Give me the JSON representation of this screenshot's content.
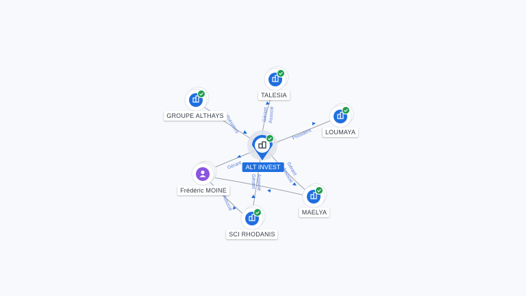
{
  "center": {
    "label": "ALT INVEST"
  },
  "nodes": [
    {
      "id": "talesia",
      "label": "TALESIA",
      "type": "company",
      "verified": true
    },
    {
      "id": "groupe",
      "label": "GROUPE ALTHAYS",
      "type": "company",
      "verified": true
    },
    {
      "id": "loumaya",
      "label": "LOUMAYA",
      "type": "company",
      "verified": true
    },
    {
      "id": "frederic",
      "label": "Frédéric MOINE",
      "type": "person",
      "verified": false
    },
    {
      "id": "maelya",
      "label": "MAELYA",
      "type": "company",
      "verified": true
    },
    {
      "id": "sci",
      "label": "SCI RHODANIS",
      "type": "company",
      "verified": true
    }
  ],
  "edge_labels": {
    "talesia_gerant": "Gérant",
    "talesia_associe": "Associé",
    "groupe": "Président",
    "loumaya": "Président",
    "frederic_gerant": "Gérant",
    "frederic_associe": "Associé",
    "maelya_gerant": "Gérant",
    "maelya_associe": "Associé",
    "sci_gerant": "Gérant",
    "sci_associe": "Associé"
  },
  "icons": {
    "company": "building-icon",
    "person": "person-icon",
    "verified": "check-badge-icon"
  },
  "colors": {
    "primary": "#1f6fe0",
    "person": "#8a55e0",
    "verified": "#1e9d4f",
    "edge": "#9aa0aa",
    "edge_label": "#5a7fd8"
  }
}
